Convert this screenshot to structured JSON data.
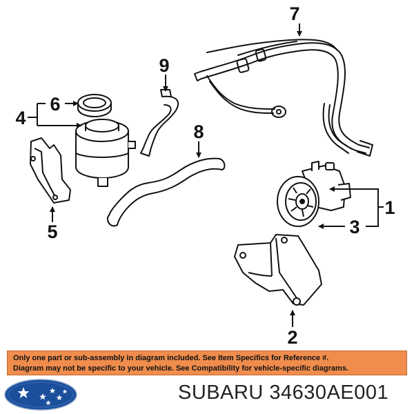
{
  "callouts": {
    "c1": "1",
    "c2": "2",
    "c3": "3",
    "c4": "4",
    "c5": "5",
    "c6": "6",
    "c7": "7",
    "c8": "8",
    "c9": "9"
  },
  "banner": {
    "line1": "Only one part or sub-assembly in diagram included. See Item Specifics for Reference #.",
    "line2": "Diagram may not be specific to your vehicle. See Compatibility for vehicle-specific diagrams."
  },
  "footer": {
    "brand": "SUBARU",
    "part_number": "34630AE001"
  },
  "colors": {
    "banner_bg": "#f08d4d",
    "logo_blue": "#1b4f9c",
    "line": "#111111"
  }
}
